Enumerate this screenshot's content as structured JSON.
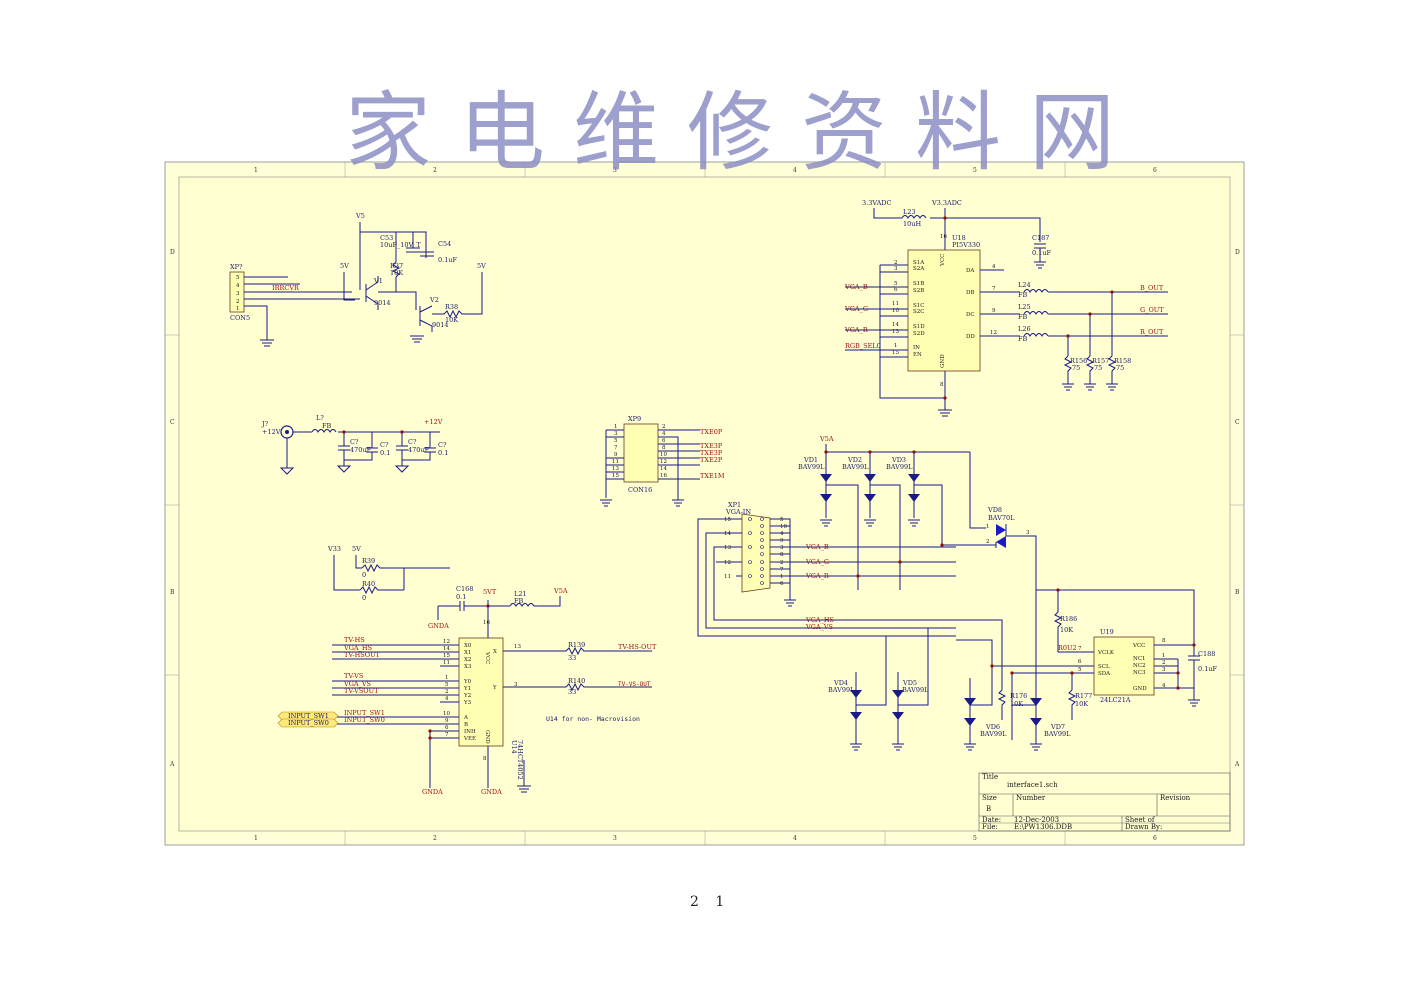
{
  "watermark": "家电维修资料网",
  "page_number": "2 1",
  "zones": {
    "cols": [
      "1",
      "2",
      "3",
      "4",
      "5",
      "6"
    ],
    "rows": [
      "D",
      "C",
      "B",
      "A"
    ]
  },
  "title_block": {
    "title_label": "Title",
    "title": "interface1.sch",
    "size_label": "Size",
    "size": "B",
    "number_label": "Number",
    "revision_label": "Revision",
    "date_label": "Date:",
    "date": "12-Dec-2003",
    "file_label": "File:",
    "file": "E:\\PW1306.DDB",
    "sheet_label": "Sheet    of",
    "drawn_label": "Drawn By:"
  },
  "ir": {
    "conn": "XP?",
    "conn_name": "CON5",
    "pins": [
      "5",
      "4",
      "3",
      "2",
      "1"
    ],
    "net": "IRRCVR",
    "v5": "V5",
    "v5b": "5V",
    "v5c": "5V",
    "c53": "C53",
    "c53v": "10uF_10V_T",
    "c54": "C54",
    "c54v": "0.1uF",
    "r37": "R37",
    "r37v": "10K",
    "v1": "V1",
    "v1t": "9014",
    "v2": "V2",
    "v2t": "9014",
    "r38": "R38",
    "r38v": "10K"
  },
  "pwr": {
    "jack": "J?",
    "jackv": "+12V",
    "l": "L?",
    "lv": "FB",
    "c1": "C?",
    "c1v": "470uF",
    "c2": "C?",
    "c2v": "0.1",
    "c3": "C?",
    "c3v": "470uF",
    "c4": "C?",
    "c4v": "0.1",
    "v12": "+12V"
  },
  "con16": {
    "ref": "XP9",
    "name": "CON16",
    "left_pins": [
      "1",
      "3",
      "5",
      "7",
      "9",
      "11",
      "13",
      "15"
    ],
    "right_pins": [
      "2",
      "4",
      "6",
      "8",
      "10",
      "12",
      "14",
      "16"
    ],
    "nets": [
      "TXE0P",
      "TXE3P",
      "TXE3P",
      "TXE2P",
      "TXE1M"
    ]
  },
  "u18": {
    "ref": "U18",
    "part": "PI5V330",
    "v33": "3.3VADC",
    "v33b": "V3.3ADC",
    "l23": "L23",
    "l23v": "10uH",
    "c187": "C187",
    "c187v": "0.1uF",
    "pin_vcc": "16",
    "pin_gnd": "8",
    "left": [
      {
        "pins": [
          "2",
          "3"
        ],
        "labels": [
          "S1A",
          "S2A"
        ],
        "net": ""
      },
      {
        "pins": [
          "5",
          "6"
        ],
        "labels": [
          "S1B",
          "S2B"
        ],
        "net": "VGA_B"
      },
      {
        "pins": [
          "11",
          "10"
        ],
        "labels": [
          "S1C",
          "S2C"
        ],
        "net": "VGA_G"
      },
      {
        "pins": [
          "14",
          "13"
        ],
        "labels": [
          "S1D",
          "S2D"
        ],
        "net": "VGA_R"
      },
      {
        "pins": [
          "1",
          "15"
        ],
        "labels": [
          "IN",
          "EN"
        ],
        "net": "RGB_SEL0"
      }
    ],
    "right": [
      {
        "pin": "4",
        "label": "DA"
      },
      {
        "pin": "7",
        "label": "DB"
      },
      {
        "pin": "9",
        "label": "DC"
      },
      {
        "pin": "12",
        "label": "DD"
      }
    ],
    "vcc": "VCC",
    "gnd": "GND",
    "l24": "L24",
    "l25": "L25",
    "l26": "L26",
    "fb": "FB",
    "outs": [
      "B_OUT",
      "G_OUT",
      "R_OUT"
    ],
    "rs": [
      {
        "ref": "R156",
        "v": "75"
      },
      {
        "ref": "R157",
        "v": "75"
      },
      {
        "ref": "R158",
        "v": "75"
      }
    ]
  },
  "vga": {
    "ref": "XP1",
    "name": "VGA-IN",
    "v5a": "V5A",
    "diodes": [
      {
        "ref": "VD1",
        "p": "BAV99L"
      },
      {
        "ref": "VD2",
        "p": "BAV99L"
      },
      {
        "ref": "VD3",
        "p": "BAV99L"
      }
    ],
    "vd8": "VD8",
    "vd8p": "BAV70L",
    "left_pins": [
      "15",
      "14",
      "13",
      "12",
      "11"
    ],
    "right_pins": [
      "5",
      "10",
      "4",
      "9",
      "3",
      "8",
      "2",
      "7",
      "1",
      "6"
    ],
    "nets": [
      "VGA_B",
      "VGA_G",
      "VGA_R",
      "VGA_HS",
      "VGA_VS"
    ]
  },
  "u14": {
    "ref": "U14",
    "part": "74HCT4052",
    "note": "U14 for non- Macrovision",
    "c168": "C168",
    "c168v": "0.1",
    "v5t": "5VT",
    "l21": "L21",
    "l21v": "FB",
    "v5a": "V5A",
    "gnda": "GNDA",
    "v33": "V33",
    "v5": "5V",
    "r39": "R39",
    "r39v": "0",
    "r40": "R40",
    "r40v": "0",
    "inputs": [
      {
        "net": "TV-HS",
        "pin": "12",
        "label": "X0"
      },
      {
        "net": "VGA_HS",
        "pin": "14",
        "label": "X1"
      },
      {
        "net": "TV-HSOUT",
        "pin": "15",
        "label": "X2"
      },
      {
        "net": "",
        "pin": "11",
        "label": "X3"
      },
      {
        "net": "TV-VS",
        "pin": "1",
        "label": "Y0"
      },
      {
        "net": "VGA_VS",
        "pin": "5",
        "label": "Y1"
      },
      {
        "net": "TV-VSOUT",
        "pin": "2",
        "label": "Y2"
      },
      {
        "net": "",
        "pin": "4",
        "label": "Y3"
      },
      {
        "net": "INPUT_SW1",
        "pin": "10",
        "label": "A"
      },
      {
        "net": "INPUT_SW0",
        "pin": "9",
        "label": "B"
      },
      {
        "net": "",
        "pin": "6",
        "label": "INH"
      },
      {
        "net": "",
        "pin": "7",
        "label": "VEE"
      }
    ],
    "vcc": "VCC",
    "gnd": "GND",
    "pin16": "16",
    "pin8": "8",
    "x": "X",
    "y": "Y",
    "xpin": "13",
    "ypin": "3",
    "r139": "R139",
    "r139v": "33",
    "r140": "R140",
    "r140v": "33",
    "out_hs": "TV-HS-OUT",
    "out_vs": "TV-VS-OUT",
    "bus1": "INPUT_SW1",
    "bus0": "INPUT_SW0"
  },
  "eeprom": {
    "ref": "U19",
    "part": "24LC21A",
    "r186": "R186",
    "r186v": "10K",
    "net": "R0U2",
    "vclk": "VCLK",
    "scl": "SCL",
    "sda": "SDA",
    "vcc": "VCC",
    "gnd": "GND",
    "nc1": "NC1",
    "nc2": "NC2",
    "nc3": "NC3",
    "pins_l": [
      "7",
      "6",
      "5"
    ],
    "pins_r": [
      "8",
      "1",
      "2",
      "3",
      "4"
    ],
    "c188": "C188",
    "c188v": "0.1uF",
    "r176": "R176",
    "r176v": "10K",
    "r177": "R177",
    "r177v": "10K",
    "diodes": [
      {
        "ref": "VD4",
        "p": "BAV99L"
      },
      {
        "ref": "VD5",
        "p": "BAV99L"
      },
      {
        "ref": "VD6",
        "p": "BAV99L"
      },
      {
        "ref": "VD7",
        "p": "BAV99L"
      }
    ]
  }
}
